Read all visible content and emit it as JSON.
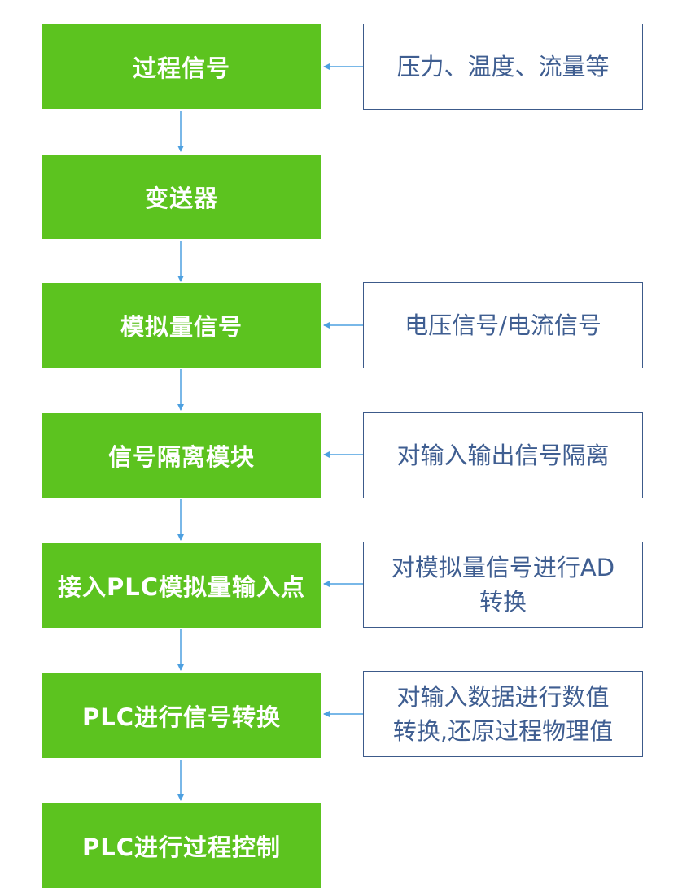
{
  "steps": [
    {
      "label": "过程信号"
    },
    {
      "label": "变送器"
    },
    {
      "label": "模拟量信号"
    },
    {
      "label": "信号隔离模块"
    },
    {
      "label": "接入PLC模拟量输入点"
    },
    {
      "label": "PLC进行信号转换"
    },
    {
      "label": "PLC进行过程控制"
    }
  ],
  "notes": [
    {
      "text": "压力、温度、流量等"
    },
    {
      "text": "电压信号/电流信号"
    },
    {
      "text": "对输入输出信号隔离"
    },
    {
      "lines": [
        "对模拟量信号进行AD",
        "转换"
      ]
    },
    {
      "lines": [
        "对输入数据进行数值",
        "转换,还原过程物理值"
      ]
    }
  ],
  "colors": {
    "step_fill": "#5cc31f",
    "step_text": "#ffffff",
    "note_border": "#3c5a8a",
    "note_text": "#3f5e91",
    "arrow": "#4da0e0"
  }
}
